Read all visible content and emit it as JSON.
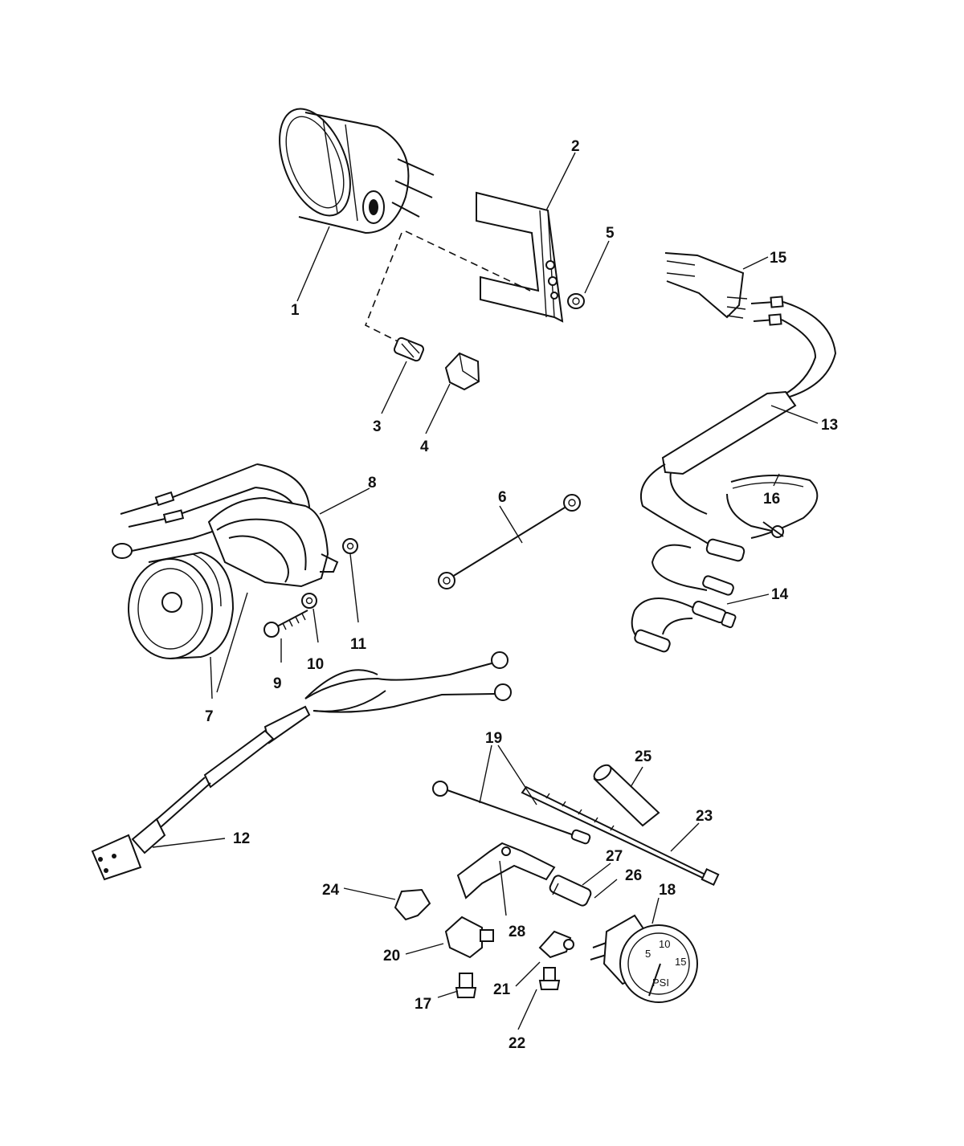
{
  "diagram": {
    "callouts": [
      {
        "id": "1",
        "label": "1"
      },
      {
        "id": "2",
        "label": "2"
      },
      {
        "id": "3",
        "label": "3"
      },
      {
        "id": "4",
        "label": "4"
      },
      {
        "id": "5",
        "label": "5"
      },
      {
        "id": "6",
        "label": "6"
      },
      {
        "id": "7",
        "label": "7"
      },
      {
        "id": "8",
        "label": "8"
      },
      {
        "id": "9",
        "label": "9"
      },
      {
        "id": "10",
        "label": "10"
      },
      {
        "id": "11",
        "label": "11"
      },
      {
        "id": "12",
        "label": "12"
      },
      {
        "id": "13",
        "label": "13"
      },
      {
        "id": "14",
        "label": "14"
      },
      {
        "id": "15",
        "label": "15"
      },
      {
        "id": "16",
        "label": "16"
      },
      {
        "id": "17",
        "label": "17"
      },
      {
        "id": "18",
        "label": "18"
      },
      {
        "id": "19",
        "label": "19"
      },
      {
        "id": "20",
        "label": "20"
      },
      {
        "id": "21",
        "label": "21"
      },
      {
        "id": "22",
        "label": "22"
      },
      {
        "id": "23",
        "label": "23"
      },
      {
        "id": "24",
        "label": "24"
      },
      {
        "id": "25",
        "label": "25"
      },
      {
        "id": "26",
        "label": "26"
      },
      {
        "id": "27",
        "label": "27"
      },
      {
        "id": "28",
        "label": "28"
      }
    ],
    "gauge_face": {
      "marks": [
        "5",
        "10",
        "15"
      ],
      "unit": "PSI"
    }
  }
}
